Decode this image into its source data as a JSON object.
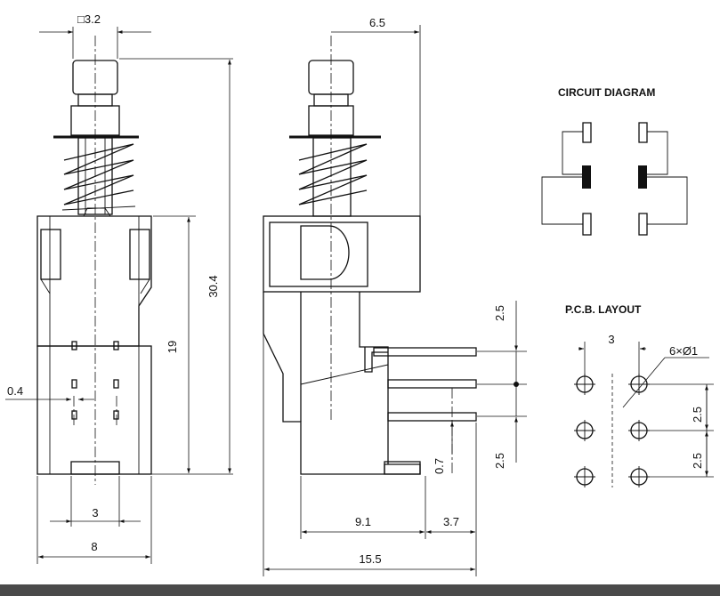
{
  "dimensions": {
    "square_size": "□3.2",
    "side_width": "6.5",
    "total_height": "30.4",
    "body_height": "19",
    "pin_thickness": "0.4",
    "pin_spacing": "3",
    "body_width": "8",
    "pin_pitch_top": "2.5",
    "pin_pitch_bottom": "2.5",
    "pin_offset": "0.7",
    "body_length": "9.1",
    "pin_length": "3.7",
    "total_length": "15.5"
  },
  "circuit_diagram": {
    "title": "CIRCUIT DIAGRAM"
  },
  "pcb_layout": {
    "title": "P.C.B. LAYOUT",
    "column_spacing": "3",
    "hole_spec": "6×Ø1",
    "row_pitch_1": "2.5",
    "row_pitch_2": "2.5"
  },
  "colors": {
    "line": "#111111",
    "footer_bar": "#4a4a4a",
    "background": "#ffffff"
  }
}
